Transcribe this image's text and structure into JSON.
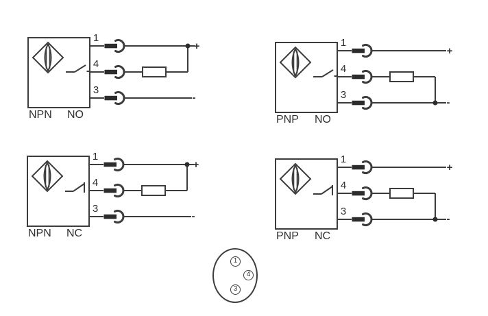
{
  "colors": {
    "line": "#3c3c3c",
    "text": "#2f2f2f",
    "background": "#ffffff"
  },
  "icons": {
    "sensor_symbol": "diamond-lens-sensor-icon",
    "plug_symbol": "plug-socket-icon",
    "load_symbol": "resistor-load-icon"
  },
  "diagrams": [
    {
      "type": "NPN",
      "contact": "NO",
      "pins": [
        "1",
        "4",
        "3"
      ],
      "plus": "+",
      "minus": "-"
    },
    {
      "type": "PNP",
      "contact": "NO",
      "pins": [
        "1",
        "4",
        "3"
      ],
      "plus": "+",
      "minus": "-"
    },
    {
      "type": "NPN",
      "contact": "NC",
      "pins": [
        "1",
        "4",
        "3"
      ],
      "plus": "+",
      "minus": "-"
    },
    {
      "type": "PNP",
      "contact": "NC",
      "pins": [
        "1",
        "4",
        "3"
      ],
      "plus": "+",
      "minus": "-"
    }
  ],
  "connector": {
    "pins": [
      "1",
      "4",
      "3"
    ]
  }
}
